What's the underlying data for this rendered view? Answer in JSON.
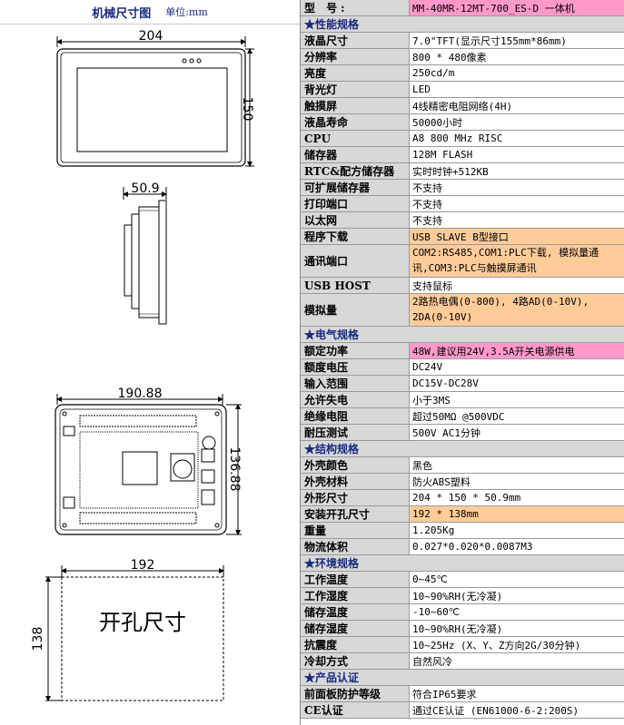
{
  "left": {
    "title": "机械尺寸图",
    "unit": "单位:mm",
    "dims": {
      "front_width": "204",
      "front_height": "150",
      "side_depth": "50.9",
      "back_width": "190.88",
      "back_height": "136.88",
      "cutout_width": "192",
      "cutout_height": "138",
      "cutout_text": "开孔尺寸"
    }
  },
  "colors": {
    "label_bg": "#d8d8d8",
    "orange": "#ffcc99",
    "pink": "#ff99cc",
    "title": "#1a2a80"
  },
  "table": {
    "model": {
      "label": "型  号:",
      "value": "MM-40MR-12MT-700_ES-D 一体机"
    },
    "sections": {
      "performance": "★性能规格",
      "electrical": "★电气规格",
      "structure": "★结构规格",
      "environment": "★环境规格",
      "certification": "★产品认证"
    },
    "rows": {
      "lcd_size": {
        "label": "液晶尺寸",
        "value": "7.0\"TFT(显示尺寸155mm*86mm)"
      },
      "resolution": {
        "label": "分辨率",
        "value": "800 * 480像素"
      },
      "brightness": {
        "label": "亮度",
        "value": "250cd/m"
      },
      "backlight": {
        "label": "背光灯",
        "value": "LED"
      },
      "touch": {
        "label": "触摸屏",
        "value": "4线精密电阻网络(4H)"
      },
      "lcd_life": {
        "label": "液晶寿命",
        "value": "50000小时"
      },
      "cpu": {
        "label": "CPU",
        "value": "A8 800 MHz RISC"
      },
      "memory": {
        "label": "储存器",
        "value": "128M FLASH"
      },
      "rtc": {
        "label": "RTC&配方储存器",
        "value": "实时时钟+512KB"
      },
      "ext_memory": {
        "label": "可扩展储存器",
        "value": "不支持"
      },
      "print_port": {
        "label": "打印端口",
        "value": "不支持"
      },
      "ethernet": {
        "label": "以太网",
        "value": "不支持"
      },
      "download": {
        "label": "程序下载",
        "value": "USB SLAVE B型接口"
      },
      "comm_port": {
        "label": "通讯端口",
        "value": "COM2:RS485,COM1:PLC下载, 模拟量通讯,COM3:PLC与触摸屏通讯"
      },
      "usb_host": {
        "label": "USB HOST",
        "value": "支持鼠标"
      },
      "analog": {
        "label": "模拟量",
        "value": "2路热电偶(0-800), 4路AD(0-10V), 2DA(0-10V)"
      },
      "power": {
        "label": "额定功率",
        "value": "48W,建议用24V,3.5A开关电源供电"
      },
      "voltage": {
        "label": "额度电压",
        "value": "DC24V"
      },
      "input_range": {
        "label": "输入范围",
        "value": "DC15V-DC28V"
      },
      "power_loss": {
        "label": "允许失电",
        "value": "小于3MS"
      },
      "insulation": {
        "label": "绝缘电阻",
        "value": "超过50MΩ @500VDC"
      },
      "withstand": {
        "label": "耐压测试",
        "value": "500V AC1分钟"
      },
      "shell_color": {
        "label": "外壳颜色",
        "value": "黑色"
      },
      "shell_material": {
        "label": "外壳材料",
        "value": "防火ABS塑料"
      },
      "outline": {
        "label": "外形尺寸",
        "value": "204 * 150 * 50.9mm"
      },
      "cutout": {
        "label": "安装开孔尺寸",
        "value": "192 * 138mm"
      },
      "weight": {
        "label": "重量",
        "value": "1.205Kg"
      },
      "volume": {
        "label": "物流体积",
        "value": "0.027*0.020*0.0087M3"
      },
      "op_temp": {
        "label": "工作温度",
        "value": "0~45℃"
      },
      "op_humidity": {
        "label": "工作湿度",
        "value": "10~90%RH(无冷凝)"
      },
      "st_temp": {
        "label": "储存温度",
        "value": "-10~60℃"
      },
      "st_humidity": {
        "label": "储存湿度",
        "value": "10~90%RH(无冷凝)"
      },
      "vibration": {
        "label": "抗震度",
        "value": "10~25Hz (X、Y、Z方向2G/30分钟)"
      },
      "cooling": {
        "label": "冷却方式",
        "value": "自然风冷"
      },
      "front_protect": {
        "label": "前面板防护等级",
        "value": "符合IP65要求"
      },
      "ce": {
        "label": "CE认证",
        "value": "通过CE认证 (EN61000-6-2:200S)"
      }
    }
  }
}
